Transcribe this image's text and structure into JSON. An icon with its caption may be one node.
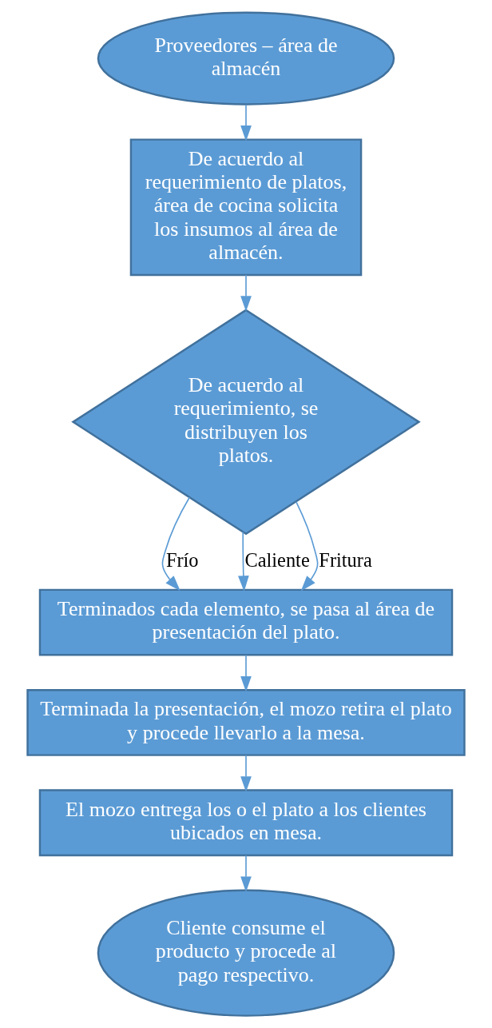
{
  "diagram": {
    "nodes": [
      {
        "text": [
          "Proveedores – área de almacén"
        ]
      },
      {
        "text": [
          "De acuerdo al requerimiento de platos, área de cocina solicita los insumos al área de almacén."
        ]
      },
      {
        "text": [
          "De acuerdo al requerimiento, se distribuyen los platos."
        ]
      },
      {
        "text": [
          "Terminados cada elemento, se pasa al área de presentación del plato."
        ]
      },
      {
        "text": [
          "Terminada la presentación, el mozo retira el plato y procede llevarlo a la mesa."
        ]
      },
      {
        "text": [
          "El mozo entrega los o el plato a los clientes ubicados en mesa."
        ]
      },
      {
        "text": [
          "Cliente consume el producto y procede al pago respectivo."
        ]
      }
    ],
    "edges": [
      {
        "from": 0,
        "to": 1,
        "arrow": "to"
      },
      {
        "from": 1,
        "to": 2,
        "arrow": "to"
      },
      {
        "from": 2,
        "to": 3,
        "arrow": "to",
        "label": "Frío"
      },
      {
        "from": 2,
        "to": 3,
        "arrow": "to",
        "label": "Caliente"
      },
      {
        "from": 2,
        "to": 3,
        "arrow": "to",
        "label": "Fritura"
      },
      {
        "from": 3,
        "to": 4,
        "arrow": "to"
      },
      {
        "from": 4,
        "to": 5,
        "arrow": "to"
      },
      {
        "from": 5,
        "to": 6,
        "arrow": "to"
      }
    ]
  }
}
